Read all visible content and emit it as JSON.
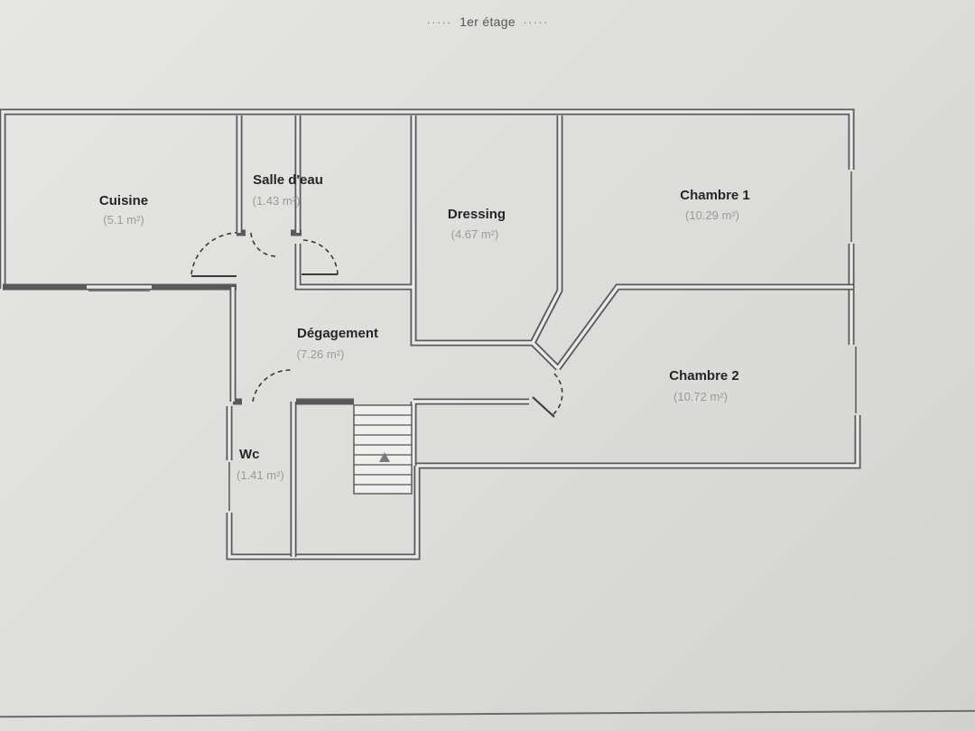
{
  "plan": {
    "floor_label": "1er étage",
    "dots": "·····",
    "rooms": [
      {
        "id": "cuisine",
        "name": "Cuisine",
        "area": "(5.1 m²)"
      },
      {
        "id": "salle-deau",
        "name": "Salle d'eau",
        "area": "(1.43 m²)"
      },
      {
        "id": "dressing",
        "name": "Dressing",
        "area": "(4.67 m²)"
      },
      {
        "id": "chambre-1",
        "name": "Chambre 1",
        "area": "(10.29 m²)"
      },
      {
        "id": "chambre-2",
        "name": "Chambre 2",
        "area": "(10.72 m²)"
      },
      {
        "id": "degagement",
        "name": "Dégagement",
        "area": "(7.26 m²)"
      },
      {
        "id": "wc",
        "name": "Wc",
        "area": "(1.41 m²)"
      }
    ]
  }
}
